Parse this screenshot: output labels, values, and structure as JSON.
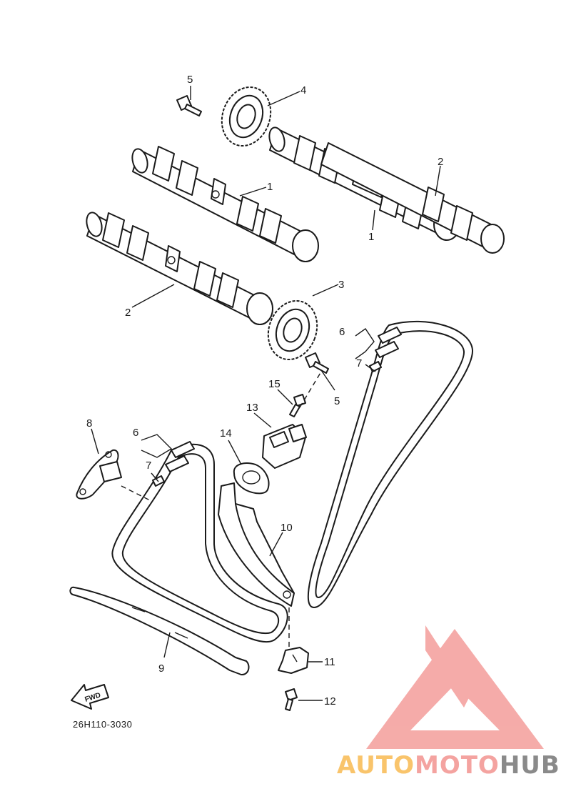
{
  "diagram": {
    "callouts": {
      "c1a": "1",
      "c1b": "1",
      "c2a": "2",
      "c2b": "2",
      "c3": "3",
      "c4": "4",
      "c5a": "5",
      "c5b": "5",
      "c6a": "6",
      "c6b": "6",
      "c7a": "7",
      "c7b": "7",
      "c8": "8",
      "c9": "9",
      "c10": "10",
      "c11": "11",
      "c12": "12",
      "c13": "13",
      "c14": "14",
      "c15": "15"
    },
    "fwd_label": "FWD",
    "drawing_code": "26H110-3030"
  },
  "watermark": {
    "part1": "AUTO",
    "part2": "MOTO",
    "part3": "HUB",
    "colors": {
      "logo": "#f4a3a0",
      "auto": "#f9c46b",
      "moto": "#f4a3a0",
      "hub": "#8a8a8a"
    }
  }
}
